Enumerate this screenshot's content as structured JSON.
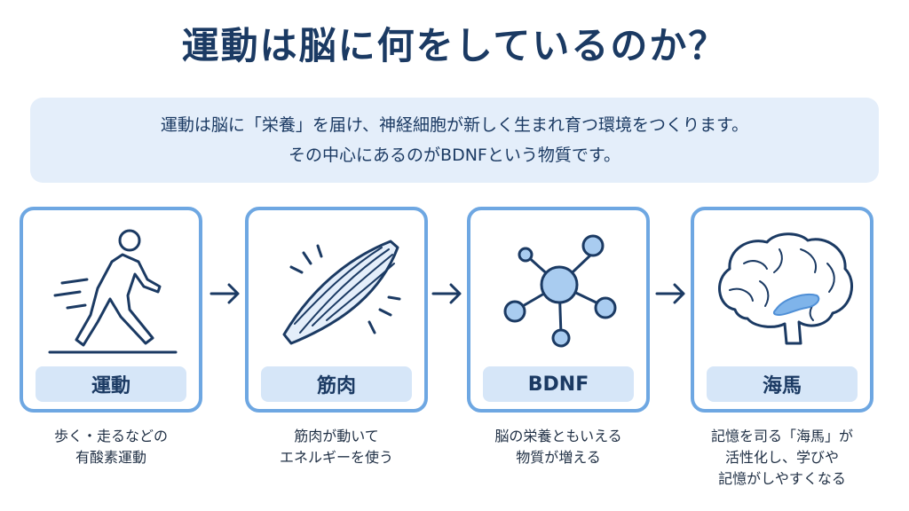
{
  "title": "運動は脳に何をしているのか？",
  "summary": {
    "line1": "運動は脳に「栄養」を届け、神経細胞が新しく生まれ育つ環境をつくります。",
    "line2": "その中心にあるのがBDNFという物質です。"
  },
  "steps": [
    {
      "icon": "walking-person-icon",
      "label": "運動",
      "desc": [
        "歩く・走るなどの",
        "有酸素運動"
      ]
    },
    {
      "icon": "muscle-icon",
      "label": "筋肉",
      "desc": [
        "筋肉が動いて",
        "エネルギーを使う"
      ]
    },
    {
      "icon": "molecule-network-icon",
      "label": "BDNF",
      "desc": [
        "脳の栄養ともいえる",
        "物質が増える"
      ]
    },
    {
      "icon": "brain-hippocampus-icon",
      "label": "海馬",
      "desc": [
        "記憶を司る「海馬」が",
        "活性化し、学びや",
        "記憶がしやすくなる"
      ]
    }
  ],
  "colors": {
    "navy": "#1b3a63",
    "accent": "#6ea7e2",
    "label_bg": "#d6e6f8",
    "summary_bg": "#e4eefa"
  }
}
